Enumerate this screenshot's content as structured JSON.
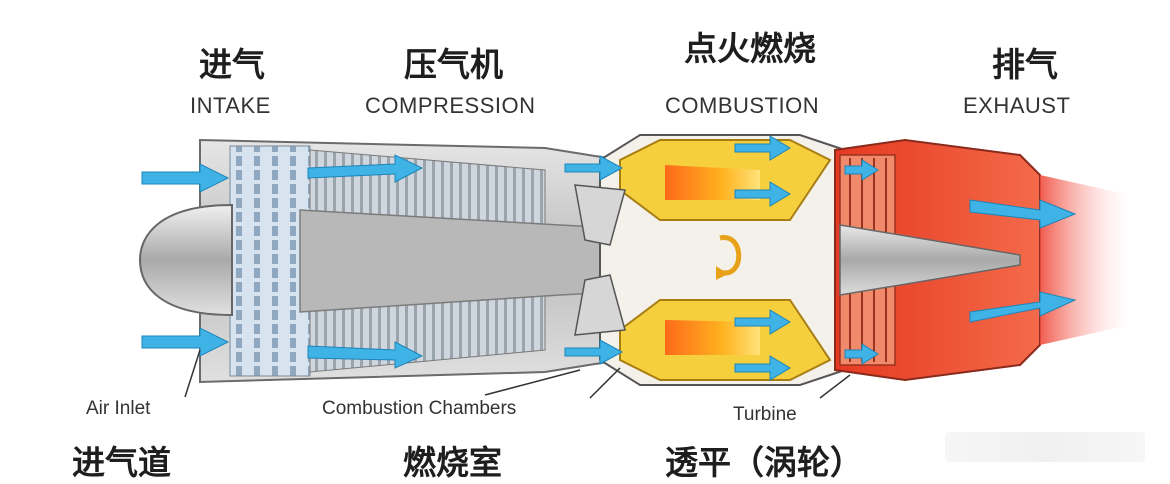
{
  "stages": [
    {
      "zh": "进气",
      "en": "INTAKE"
    },
    {
      "zh": "压气机",
      "en": "COMPRESSION"
    },
    {
      "zh": "点火燃烧",
      "en": "COMBUSTION"
    },
    {
      "zh": "排气",
      "en": "EXHAUST"
    }
  ],
  "callouts": {
    "air_inlet": "Air Inlet",
    "combustion_chambers": "Combustion Chambers",
    "turbine": "Turbine"
  },
  "bottom_labels": {
    "inlet": "进气道",
    "chambers": "燃烧室",
    "turbine": "透平（涡轮）"
  },
  "colors": {
    "airflow": "#3fb3e6",
    "compressor": "#c9d3dc",
    "combustion": "#f2c230",
    "exhaust": "#e84a2e"
  }
}
